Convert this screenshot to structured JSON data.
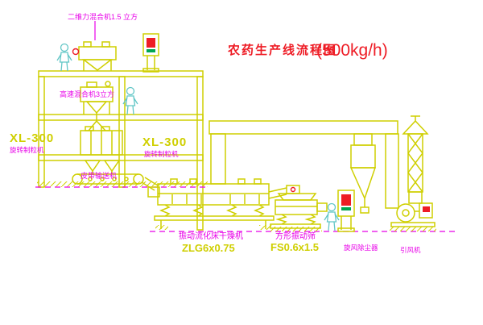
{
  "title": {
    "name": "农药生产线流程图",
    "capacity": "(500kg/h)"
  },
  "equipment_labels": {
    "mixer_2d": "二维力混合机1.5 立方",
    "high_speed_mixer": "高速混合机3立方",
    "granulator_left": {
      "model": "XL-300",
      "name": "旋转制粒机"
    },
    "granulator_right": {
      "model": "XL-300",
      "name": "旋转制粒机"
    },
    "belt_conveyor": "皮带输送机",
    "dryer": {
      "name": "振动流化床干燥机",
      "model": "ZLG6x0.75"
    },
    "sieve": {
      "name": "方形振动筛",
      "model": "FS0.6x1.5"
    },
    "cyclone": "旋风除尘器",
    "fan": "引风机"
  },
  "colors": {
    "background": "#ffffff",
    "structure": "#cfcf00",
    "label_magenta": "#e800e8",
    "title_red": "#ee1c25",
    "figure_cyan": "#62c6c6",
    "accent_red": "#ee1c25",
    "accent_green": "#00a651"
  }
}
